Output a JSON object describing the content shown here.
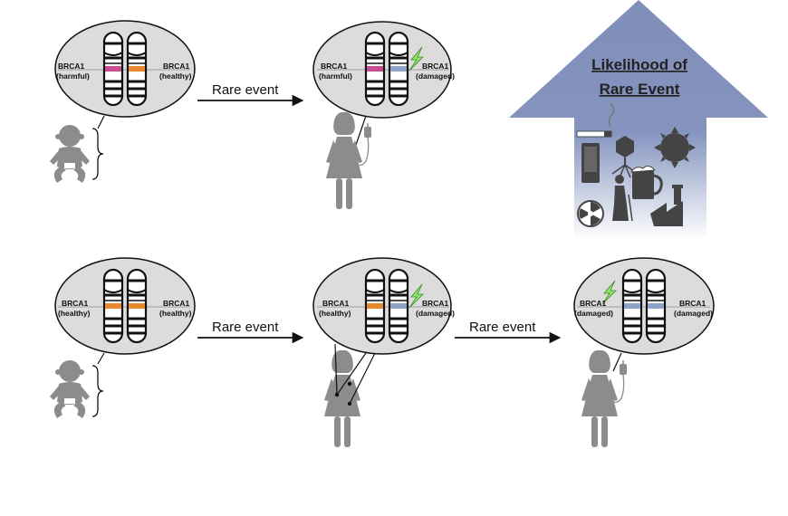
{
  "gene": "BRCA1",
  "states": {
    "harmful": "(harmful)",
    "healthy": "(healthy)",
    "damaged": "(damaged)"
  },
  "arrow_label": "Rare event",
  "likelihood": {
    "line1": "Likelihood of",
    "line2": "Rare Event"
  },
  "colors": {
    "bubble_fill": "#dcdcdc",
    "harmful_band": "#c64c93",
    "healthy_band": "#e8882e",
    "damaged_band": "#8ea3c9",
    "lightning": "#8fe36b",
    "figure": "#8c8c8c",
    "arrow_top": "#7f8fb8",
    "arrow_bottom": "#ffffff"
  },
  "icons": [
    "baby-icon",
    "woman-icon",
    "iv-drip-icon",
    "lightning-icon",
    "cigarette-icon",
    "virus-icon",
    "sun-icon",
    "beer-icon",
    "radiation-icon",
    "elderly-icon",
    "factory-icon",
    "phone-icon"
  ]
}
